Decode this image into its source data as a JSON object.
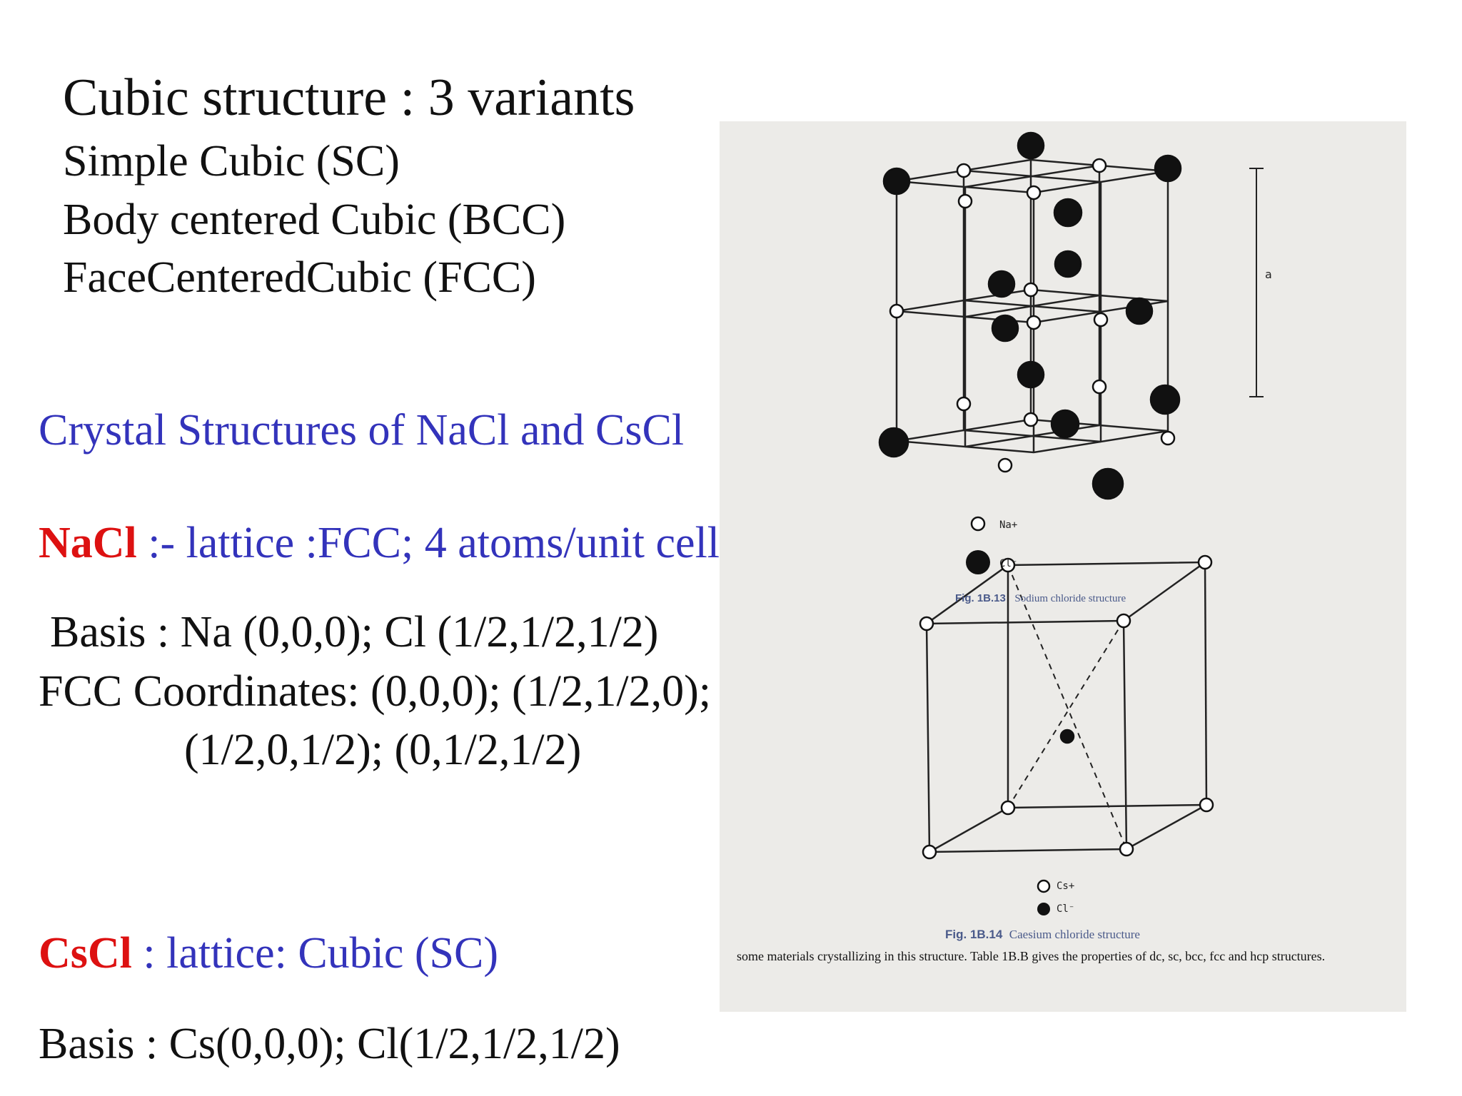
{
  "heading": {
    "title": "Cubic structure : 3 variants",
    "variants": [
      "Simple Cubic (SC)",
      "Body centered Cubic (BCC)",
      "FaceCenteredCubic (FCC)"
    ]
  },
  "crystal_title": "Crystal Structures of NaCl and CsCl",
  "nacl": {
    "name": "NaCl",
    "desc": " :- lattice :FCC; 4 atoms/unit cell",
    "basis": "Basis : Na (0,0,0); Cl (1/2,1/2,1/2)",
    "fcc_line1": "FCC Coordinates: (0,0,0); (1/2,1/2,0);",
    "fcc_line2": "(1/2,0,1/2); (0,1/2,1/2)"
  },
  "cscl": {
    "name": "CsCl",
    "desc": " : lattice:  Cubic (SC)",
    "basis": "Basis :  Cs(0,0,0); Cl(1/2,1/2,1/2)"
  },
  "figure": {
    "fig1_num": "Fig. 1B.13",
    "fig1_title": "Sodium chloride structure",
    "fig2_num": "Fig. 1B.14",
    "fig2_title": "Caesium chloride structure",
    "legend_na": "Na+",
    "legend_cl": "Cl⁻",
    "legend_cs": "Cs+",
    "legend_cl2": "Cl⁻",
    "dim_label": "a",
    "caption_text": "some materials crystallizing in this structure. Table 1B.B gives the properties of dc, sc, bcc, fcc and hcp structures."
  },
  "colors": {
    "blue_text": "#3333bb",
    "red_text": "#dd1111",
    "scan_bg": "#ecebe8"
  }
}
